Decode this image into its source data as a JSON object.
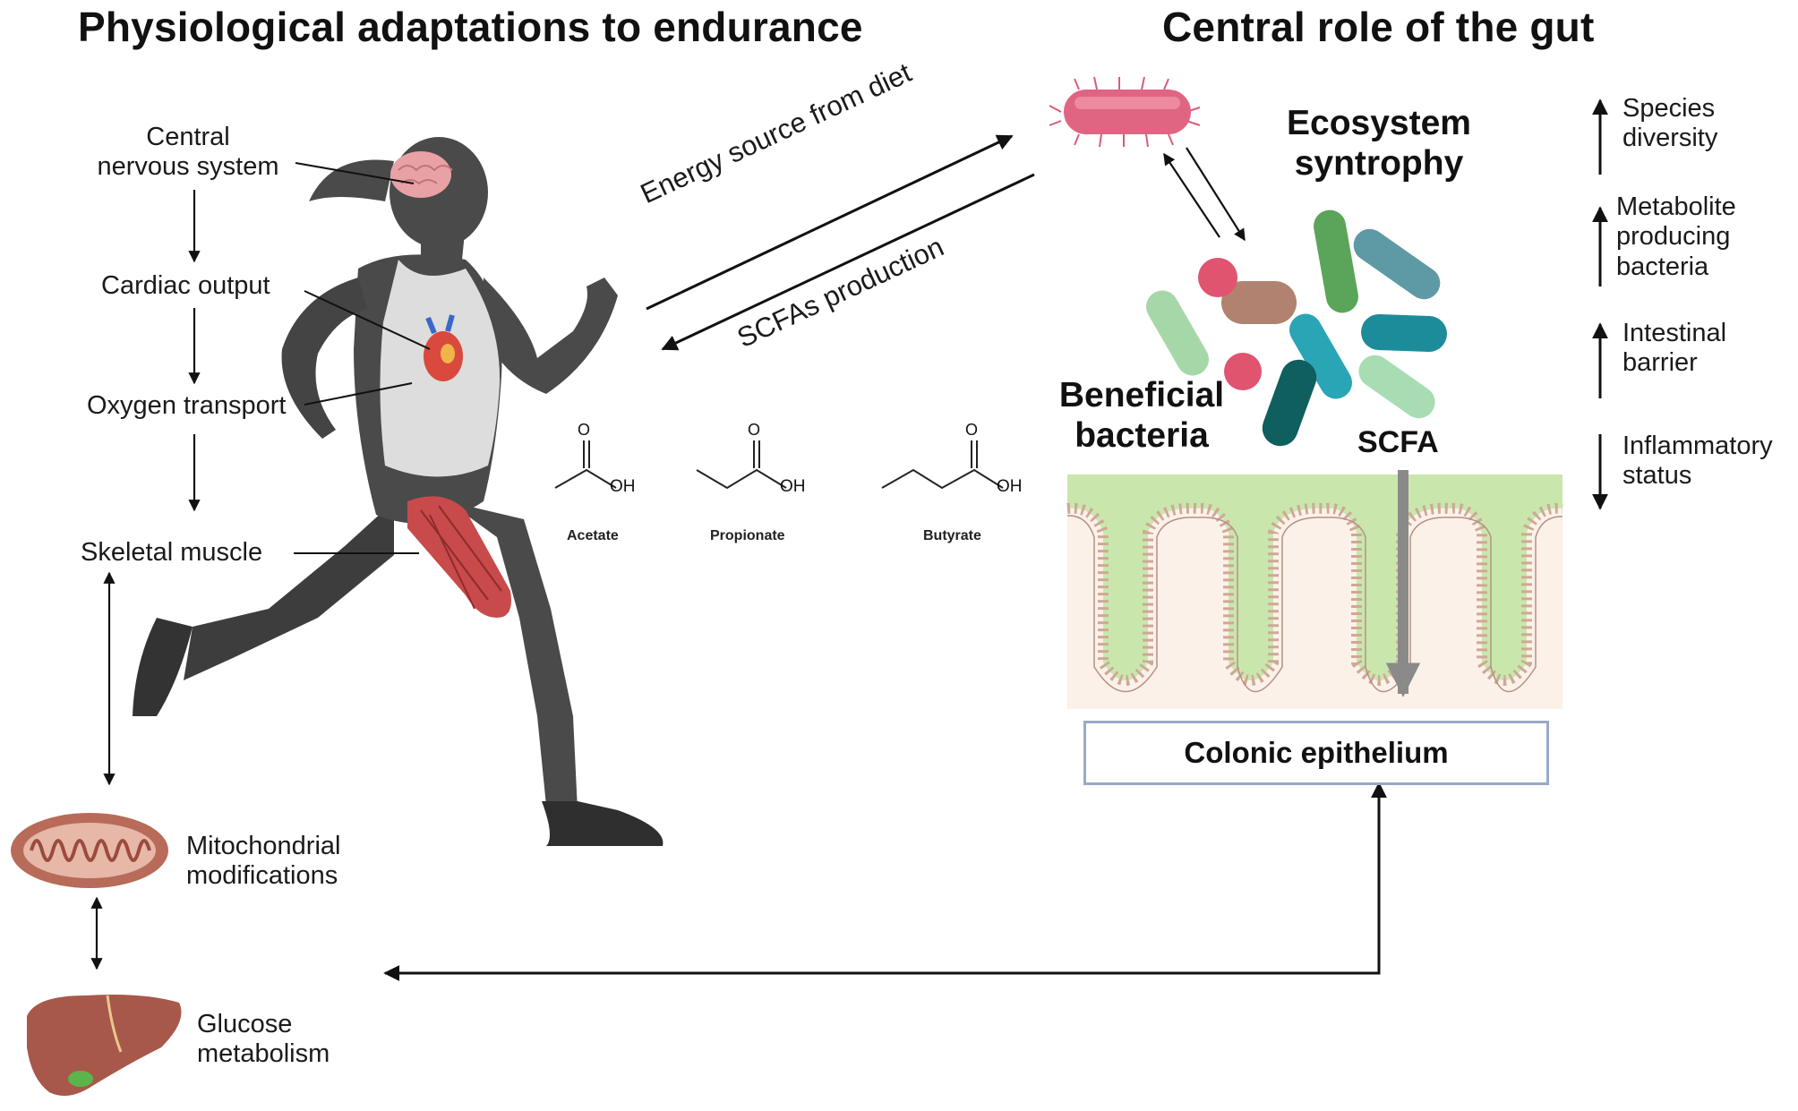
{
  "titles": {
    "left": "Physiological adaptations to endurance",
    "right": "Central role of the gut"
  },
  "physiology": {
    "cns": [
      "Central",
      "nervous system"
    ],
    "cardiac": "Cardiac output",
    "oxygen": "Oxygen transport",
    "muscle": "Skeletal muscle",
    "mito": [
      "Mitochondrial",
      "modifications"
    ],
    "glucose": [
      "Glucose",
      "metabolism"
    ]
  },
  "arrows": {
    "energy": "Energy source from diet",
    "scfa": "SCFAs production"
  },
  "molecules": {
    "acetate": "Acetate",
    "propionate": "Propionate",
    "butyrate": "Butyrate",
    "oh": "OH",
    "o": "O"
  },
  "gut": {
    "ecosystem": [
      "Ecosystem",
      "syntrophy"
    ],
    "beneficial": [
      "Beneficial",
      "bacteria"
    ],
    "scfa": "SCFA",
    "colonic": "Colonic epithelium"
  },
  "effects": [
    {
      "direction": "up",
      "lines": [
        "Species",
        "diversity"
      ]
    },
    {
      "direction": "up",
      "lines": [
        "Metabolite",
        "producing",
        "bacteria"
      ]
    },
    {
      "direction": "up",
      "lines": [
        "Intestinal",
        "barrier"
      ]
    },
    {
      "direction": "down",
      "lines": [
        "Inflammatory",
        "status"
      ]
    }
  ],
  "colors": {
    "runner": "#4a4a4a",
    "gut_mucosa": "#c9e7ac",
    "gut_tissue": "#fbf1e8",
    "box_border": "#9aa9c8"
  }
}
